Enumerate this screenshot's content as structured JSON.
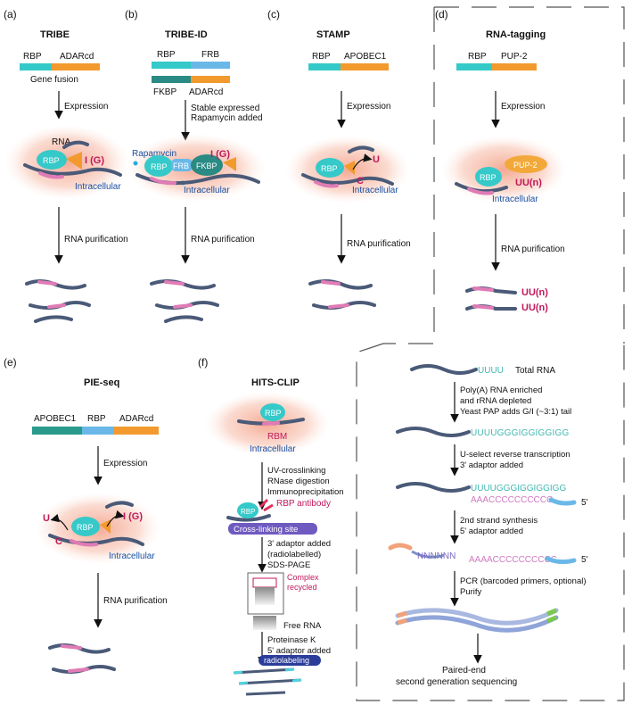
{
  "colors": {
    "rbp": "#35c9c9",
    "adar": "#f29a2e",
    "apobec": "#2a9a8c",
    "frb": "#6ab8e8",
    "fkbp": "#2a8a84",
    "pup2": "#f2a93a",
    "rna": "#4a5a78",
    "binding": "#e07bb5",
    "edit": "#c2185b",
    "label_blue": "#1a4fa0",
    "cell_glow": "#f6b8a0",
    "site_bar": "#6f5ac0",
    "radio_bar": "#2b3d9a"
  },
  "panels": {
    "a": {
      "label": "(a)",
      "title": "TRIBE",
      "fusion": [
        "RBP",
        "ADARcd"
      ],
      "fusion_note": "Gene fusion",
      "step1": "Expression",
      "rna": "RNA",
      "edit": "I (G)",
      "cell": "Intracellular",
      "step2": "RNA purification"
    },
    "b": {
      "label": "(b)",
      "title": "TRIBE-ID",
      "fusion_top": [
        "RBP",
        "FRB"
      ],
      "fusion_bottom": [
        "FKBP",
        "ADARcd"
      ],
      "step1_line1": "Stable expressed",
      "step1_line2": "Rapamycin added",
      "drug": "Rapamycin",
      "mol": [
        "RBP",
        "FRB",
        "FKBP"
      ],
      "edit": "I (G)",
      "cell": "Intracellular",
      "step2": "RNA purification"
    },
    "c": {
      "label": "(c)",
      "title": "STAMP",
      "fusion": [
        "RBP",
        "APOBEC1"
      ],
      "step1": "Expression",
      "edit_from": "C",
      "edit_to": "U",
      "mol": "RBP",
      "cell": "Intracellular",
      "step2": "RNA purification"
    },
    "d": {
      "label": "(d)",
      "title": "RNA-tagging",
      "fusion": [
        "RBP",
        "PUP-2"
      ],
      "step1": "Expression",
      "mol": [
        "RBP",
        "PUP-2"
      ],
      "tail": "UU(n)",
      "cell": "Intracellular",
      "step2": "RNA purification",
      "product": [
        "UU(n)",
        "UU(n)"
      ]
    },
    "e": {
      "label": "(e)",
      "title": "PIE-seq",
      "fusion": [
        "APOBEC1",
        "RBP",
        "ADARcd"
      ],
      "step1": "Expression",
      "edit_left_to": "U",
      "edit_left_from": "C",
      "edit_right": "I (G)",
      "mol": "RBP",
      "cell": "Intracellular",
      "step2": "RNA purification"
    },
    "f": {
      "label": "(f)",
      "title": "HITS-CLIP",
      "mol": "RBP",
      "rbm": "RBM",
      "cell": "Intracellular",
      "step1": [
        "UV-crosslinking",
        "RNase digestion",
        "Immunoprecipitation"
      ],
      "antibody": "RBP antibody",
      "site": "Cross-linking site",
      "step2": [
        "3' adaptor added",
        "(radiolabelled)",
        "SDS-PAGE"
      ],
      "complex": [
        "Complex",
        "recycled"
      ],
      "free": "Free RNA",
      "step3": [
        "Proteinase K",
        "5' adaptor added"
      ],
      "radio": "radiolabeling"
    },
    "g": {
      "total_tail": "UUUU",
      "total_label": "Total RNA",
      "step1": [
        "Poly(A) RNA enriched",
        "and rRNA depleted",
        "Yeast PAP adds G/I (~3:1) tail"
      ],
      "tailed": "UUUUGGGIGGIGGIGG",
      "step2": [
        "U-select reverse transcription",
        "3' adaptor added"
      ],
      "tailed2": "UUUUGGGIGGIGGIGG",
      "cdna": "AAACCCCCCCCCC",
      "five1": "5'",
      "step3": [
        "2nd strand synthesis",
        "5' adaptor added"
      ],
      "nseq": "NNNNNN",
      "cdna2": "AAAACCCCCCCCCC",
      "five2": "5'",
      "step4": [
        "PCR (barcoded primers, optional)",
        "Purify"
      ],
      "final": [
        "Paired-end",
        "second generation sequencing"
      ]
    }
  }
}
